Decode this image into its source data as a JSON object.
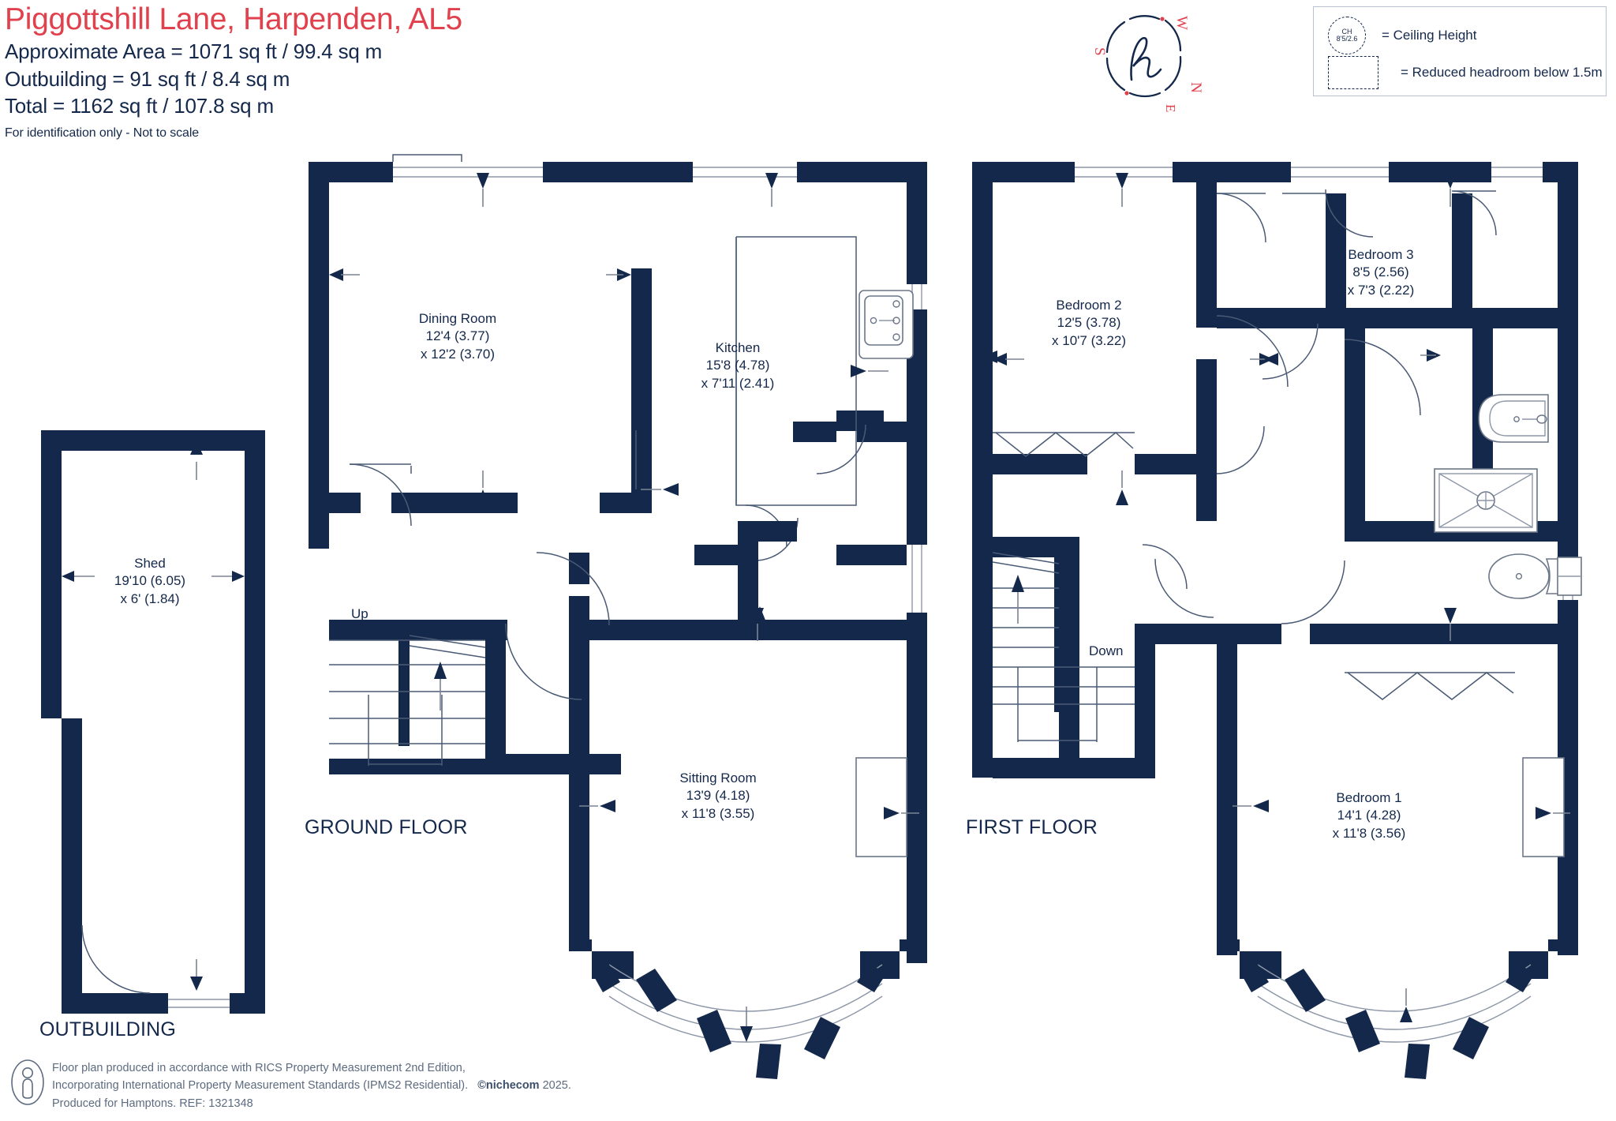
{
  "header": {
    "address": "Piggottshill Lane, Harpenden, AL5",
    "area_line_1": "Approximate Area = 1071 sq ft / 99.4 sq m",
    "area_line_2": "Outbuilding = 91 sq ft / 8.4 sq m",
    "area_line_3": "Total = 1162 sq ft / 107.8 sq m",
    "disclaimer": "For identification only - Not to scale"
  },
  "legend": {
    "ceiling_height_tag": "CH",
    "ceiling_height_value": "8'5/2.6",
    "ceiling_height_text": "= Ceiling Height",
    "reduced_headroom_text": "= Reduced headroom below 1.5m"
  },
  "compass": {
    "logo": "h",
    "north": "N",
    "east": "E",
    "south": "S",
    "west": "W"
  },
  "floors": [
    {
      "id": "ground",
      "title": "GROUND FLOOR"
    },
    {
      "id": "first",
      "title": "FIRST FLOOR"
    },
    {
      "id": "outbuilding",
      "title": "OUTBUILDING"
    }
  ],
  "rooms": {
    "dining": {
      "name": "Dining Room",
      "dim1": "12'4 (3.77)",
      "dim2": "x 12'2 (3.70)"
    },
    "kitchen": {
      "name": "Kitchen",
      "dim1": "15'8 (4.78)",
      "dim2": "x 7'11 (2.41)"
    },
    "sitting": {
      "name": "Sitting Room",
      "dim1": "13'9 (4.18)",
      "dim2": "x 11'8 (3.55)"
    },
    "shed": {
      "name": "Shed",
      "dim1": "19'10 (6.05)",
      "dim2": "x 6' (1.84)"
    },
    "bedroom1": {
      "name": "Bedroom 1",
      "dim1": "14'1 (4.28)",
      "dim2": "x 11'8 (3.56)"
    },
    "bedroom2": {
      "name": "Bedroom 2",
      "dim1": "12'5 (3.78)",
      "dim2": "x 10'7 (3.22)"
    },
    "bedroom3": {
      "name": "Bedroom 3",
      "dim1": "8'5 (2.56)",
      "dim2": "x 7'3 (2.22)"
    }
  },
  "stairs": {
    "ground_label": "Up",
    "first_label": "Down"
  },
  "footer": {
    "line1": "Floor plan produced in accordance with RICS Property Measurement 2nd Edition,",
    "line2_a": "Incorporating International Property Measurement Standards (IPMS2 Residential).",
    "line2_b": "©nichecom",
    "line2_c": "2025.",
    "line3": "Produced for Hamptons.   REF:  1321348"
  },
  "colors": {
    "wall": "#14284b",
    "accent_red": "#e0414d",
    "text": "#14284b",
    "footer_text": "#5d6b80",
    "legend_border": "#b9c2d1",
    "thin_line": "#4a5a75"
  }
}
